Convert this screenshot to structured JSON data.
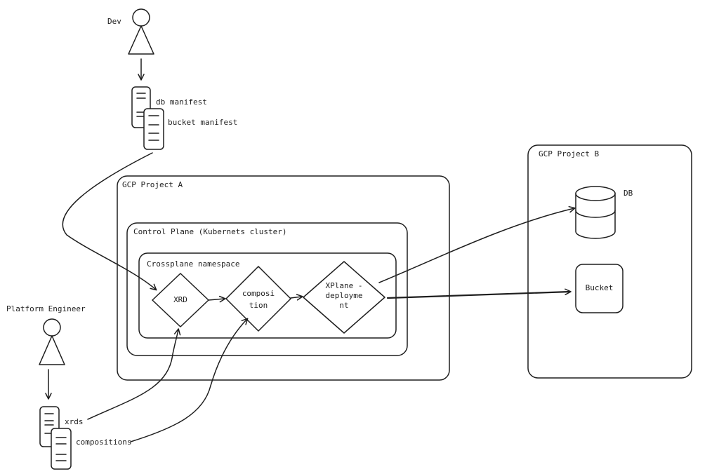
{
  "actors": {
    "dev": {
      "label": "Dev"
    },
    "platform_engineer": {
      "label": "Platform Engineer"
    }
  },
  "documents": {
    "db_manifest": {
      "label": "db manifest"
    },
    "bucket_manifest": {
      "label": "bucket manifest"
    },
    "xrds": {
      "label": "xrds"
    },
    "compositions": {
      "label": "compositions"
    }
  },
  "containers": {
    "gcp_project_a": {
      "label": "GCP Project A"
    },
    "control_plane": {
      "label": "Control Plane (Kubernets cluster)"
    },
    "crossplane_namespace": {
      "label": "Crossplane namespace"
    },
    "gcp_project_b": {
      "label": "GCP Project B"
    }
  },
  "nodes": {
    "xrd": {
      "label": "XRD"
    },
    "composition": {
      "line1": "composi",
      "line2": "tion"
    },
    "xplane_deployment": {
      "line1": "XPlane -",
      "line2": "deployme",
      "line3": "nt"
    },
    "db": {
      "label": "DB"
    },
    "bucket": {
      "label": "Bucket"
    }
  },
  "colors": {
    "stroke": "#1e1e1e",
    "background": "#ffffff"
  },
  "icons": {
    "actor": "person-icon",
    "document": "document-icon",
    "database": "database-cylinder-icon"
  }
}
